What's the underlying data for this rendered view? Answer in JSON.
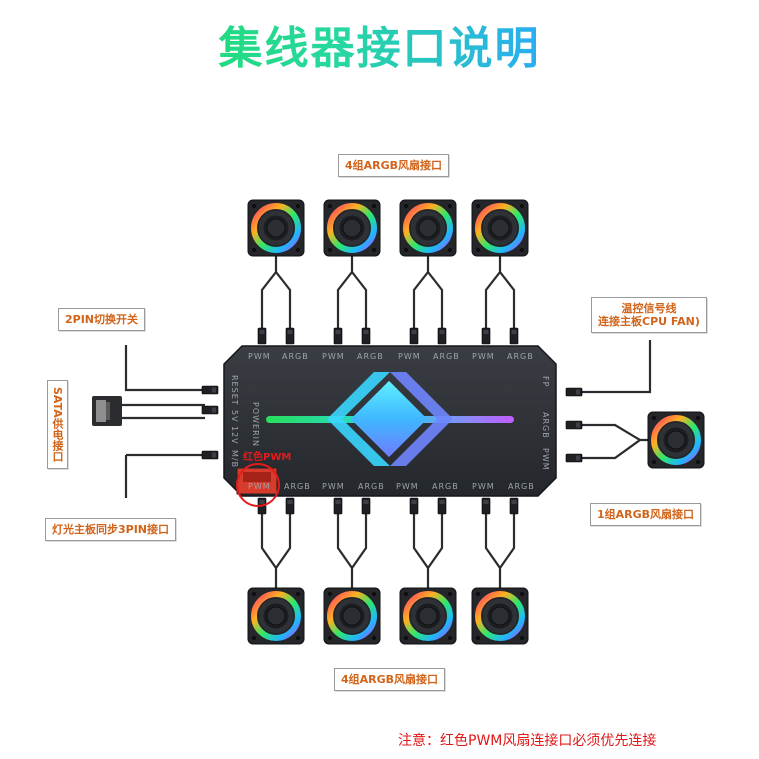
{
  "title": "集线器接口说明",
  "labels": {
    "top_fans": "4组ARGB风扇接口",
    "bottom_fans": "4组ARGB风扇接口",
    "switch_2pin": "2PIN切换开关",
    "sata": "SATA供电接口",
    "mb_sync": "灯光主板同步3PIN接口",
    "temp_signal_line1": "温控信号线",
    "temp_signal_line2": "连接主板CPU FAN)",
    "one_fan": "1组ARGB风扇接口",
    "red_pwm": "红色PWM"
  },
  "note": "注意：红色PWM风扇连接口必须优先连接",
  "hub_ports": {
    "top": [
      "PWM",
      "ARGB",
      "PWM",
      "ARGB",
      "PWM",
      "ARGB",
      "PWM",
      "ARGB"
    ],
    "bottom": [
      "PWM",
      "ARGB",
      "PWM",
      "ARGB",
      "PWM",
      "ARGB",
      "PWM",
      "ARGB"
    ],
    "left": [
      "RESET",
      "5V",
      "12V",
      "M/B"
    ],
    "right": [
      "FP",
      "ARGB",
      "PWM"
    ],
    "power": "POWERIN"
  },
  "colors": {
    "hub": "#2a2d31",
    "highlight_red": "#e41b1b",
    "callout_text": "#d2641a"
  },
  "icons": [
    "fan-icon",
    "connector-icon"
  ]
}
